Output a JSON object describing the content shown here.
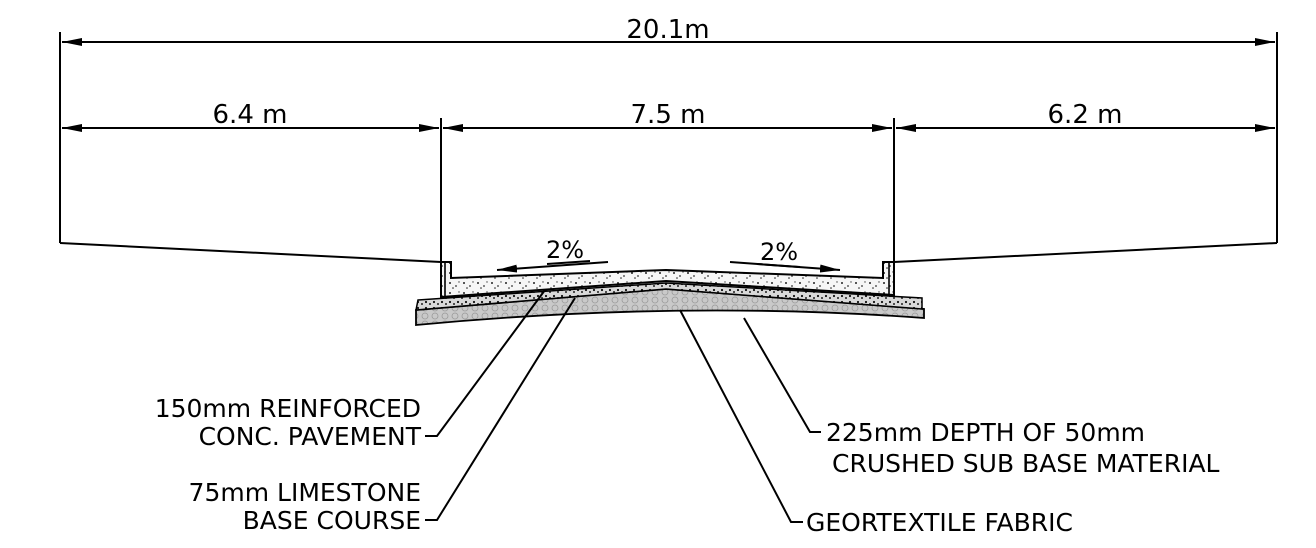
{
  "dimensions": {
    "overall": "20.1m",
    "left_verge": "6.4  m",
    "carriageway": "7.5  m",
    "right_verge": "6.2  m"
  },
  "slopes": {
    "left": "2%",
    "right": "2%"
  },
  "notes": {
    "pavement_line1": "150mm REINFORCED",
    "pavement_line2": "CONC. PAVEMENT",
    "base_line1": "75mm LIMESTONE",
    "base_line2": "BASE COURSE",
    "subbase_line1": "225mm DEPTH OF 50mm",
    "subbase_line2": "CRUSHED SUB BASE MATERIAL",
    "fabric": "GEORTEXTILE FABRIC"
  },
  "colors": {
    "line": "#000000",
    "concrete_fill": "#f4f4f4",
    "subbase_fill": "#c8c8c8",
    "background": "#ffffff"
  }
}
